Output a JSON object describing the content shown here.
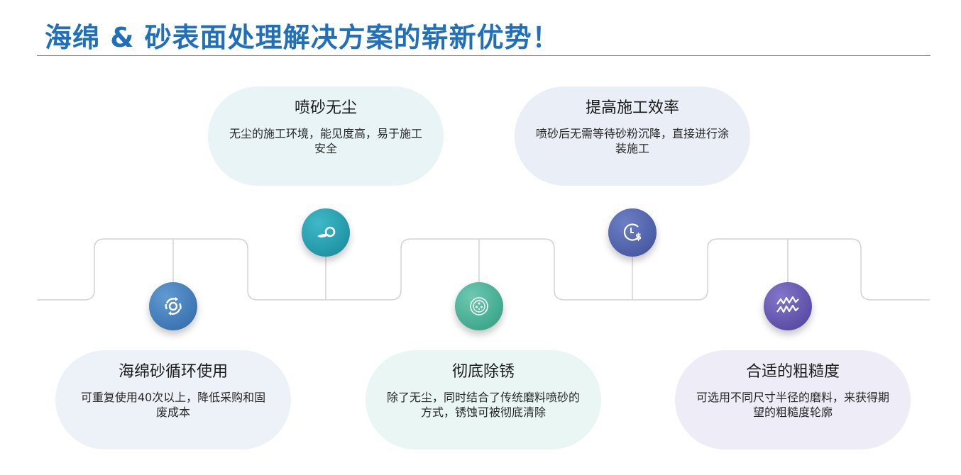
{
  "title": "海绵 & 砂表面处理解决方案的崭新优势！",
  "cards": [
    {
      "title": "喷砂无尘",
      "desc": "无尘的施工环境，能见度高，易于施工安全",
      "bg": "#e8f4f6",
      "icon": "sandblast-swirl-icon",
      "icon_color": "#1e96a8"
    },
    {
      "title": "提高施工效率",
      "desc": "喷砂后无需等待砂粉沉降，直接进行涂装施工",
      "bg": "#eaeef7",
      "icon": "clock-dollar-icon",
      "icon_color": "#4a5ea6"
    },
    {
      "title": "海绵砂循环使用",
      "desc": "可重复使用40次以上，降低采购和固废成本",
      "bg": "#edf2f8",
      "icon": "recycle-arrows-icon",
      "icon_color": "#3f79b8"
    },
    {
      "title": "彻底除锈",
      "desc": "除了无尘，同时结合了传统磨料喷砂的方式，锈蚀可被彻底清除",
      "bg": "#e9f6f3",
      "icon": "target-dots-icon",
      "icon_color": "#3ba88e"
    },
    {
      "title": "合适的粗糙度",
      "desc": "可选用不同尺寸半径的磨料，来获得期望的粗糙度轮廓",
      "bg": "#eeedf7",
      "icon": "rough-profile-icon",
      "icon_color": "#5a4da8"
    }
  ]
}
